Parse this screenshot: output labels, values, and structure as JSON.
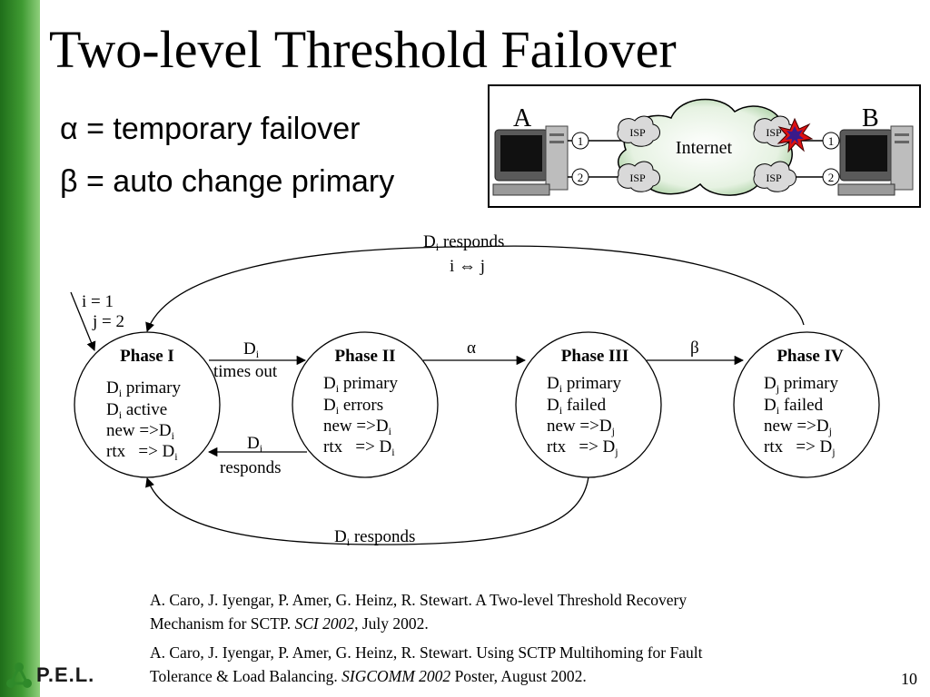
{
  "slide": {
    "title": "Two-level Threshold Failover",
    "bullets": [
      "α = temporary failover",
      "β = auto change primary"
    ],
    "page_number": "10"
  },
  "network": {
    "host_a": "A",
    "host_b": "B",
    "cloud_label": "Internet",
    "isp_label": "ISP",
    "port_labels": [
      "1",
      "2"
    ]
  },
  "phases": [
    {
      "title": "Phase I",
      "lines": [
        [
          "D",
          "i",
          " primary"
        ],
        [
          "D",
          "i",
          " active"
        ],
        [
          "new =>D",
          "i",
          ""
        ],
        [
          "rtx   => D",
          "i",
          ""
        ]
      ]
    },
    {
      "title": "Phase II",
      "lines": [
        [
          "D",
          "i",
          " primary"
        ],
        [
          "D",
          "i",
          " errors"
        ],
        [
          "new =>D",
          "i",
          ""
        ],
        [
          "rtx   => D",
          "i",
          ""
        ]
      ]
    },
    {
      "title": "Phase III",
      "lines": [
        [
          "D",
          "i",
          " primary"
        ],
        [
          "D",
          "i",
          " failed"
        ],
        [
          "new =>D",
          "j",
          ""
        ],
        [
          "rtx   => D",
          "j",
          ""
        ]
      ]
    },
    {
      "title": "Phase IV",
      "lines": [
        [
          "D",
          "j",
          " primary"
        ],
        [
          "D",
          "i",
          " failed"
        ],
        [
          "new =>D",
          "j",
          ""
        ],
        [
          "rtx   => D",
          "j",
          ""
        ]
      ]
    }
  ],
  "transitions": {
    "initial": [
      "i = 1",
      "j = 2"
    ],
    "i_to_ii": [
      "D",
      "i",
      "times out"
    ],
    "ii_to_i": [
      "D",
      "i",
      "responds"
    ],
    "alpha": "α",
    "beta": "β",
    "top_arc": [
      "D",
      "i",
      " responds",
      "i ⇔ j"
    ],
    "bottom_arc": [
      "D",
      "i",
      " responds"
    ]
  },
  "references": [
    {
      "text": "A. Caro, J. Iyengar, P. Amer, G. Heinz, R. Stewart. A Two-level Threshold Recovery",
      "text2_pre": "Mechanism for SCTP. ",
      "venue": "SCI 2002",
      "text2_post": ", July 2002."
    },
    {
      "text": "A. Caro, J. Iyengar, P. Amer, G. Heinz, R. Stewart. Using SCTP Multihoming for Fault",
      "text2_pre": "Tolerance & Load Balancing. ",
      "venue": "SIGCOMM 2002",
      "text2_post": " Poster, August 2002."
    }
  ],
  "logo": {
    "text": "P.E.L."
  }
}
